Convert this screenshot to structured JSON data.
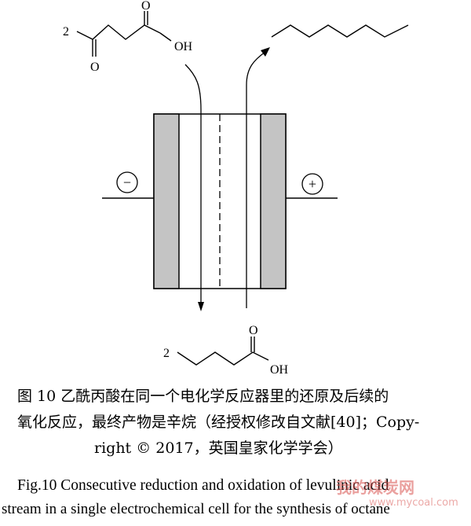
{
  "figure": {
    "reactant_label_num": "2",
    "reactant_label_o": "O",
    "reactant_label_oh": "OH",
    "reactant_label_carbonyl_o": "O",
    "product_label_num": "2",
    "product_label_o": "O",
    "product_label_oh": "OH",
    "cathode_sign": "−",
    "anode_sign": "+"
  },
  "caption": {
    "cn_line1": "图 10  乙酰丙酸在同一个电化学反应器里的还原及后续的",
    "cn_line2": "氧化反应，最终产物是辛烷（经授权修改自文献[40]；Copy-",
    "cn_line3": "right © 2017，英国皇家化学学会）",
    "en_line1": "Fig.10 Consecutive reduction and oxidation of levulinic acid",
    "en_line2": "stream in a single electrochemical cell for the synthesis of octane"
  },
  "watermark": {
    "text": "我的煤炭网",
    "sub": "www.mycoal.com"
  }
}
